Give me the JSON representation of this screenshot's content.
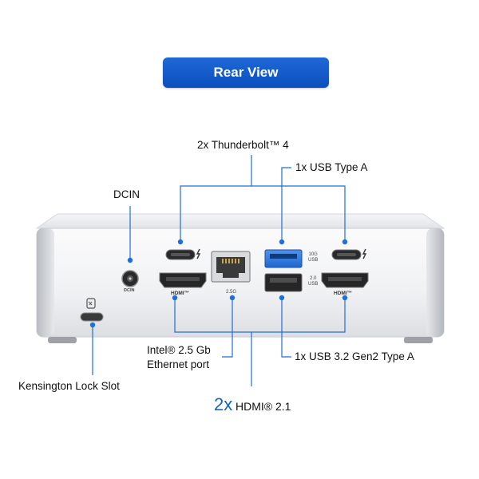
{
  "title": "Rear View",
  "labels": {
    "thunderbolt": "2x Thunderbolt™ 4",
    "usb_type_a": "1x  USB Type A",
    "dcin": "DCIN",
    "ethernet_line1": "Intel® 2.5 Gb",
    "ethernet_line2": "Ethernet port",
    "usb32": "1x USB 3.2 Gen2 Type A",
    "kensington": "Kensington Lock Slot",
    "hdmi_count": "2x",
    "hdmi": "HDMI® 2.1"
  },
  "port_marks": {
    "dcin": "DCIN",
    "lan": "2.5G",
    "usb_10g_line1": "10G",
    "usb_10g_line2": "USB",
    "usb_2g_line1": "2.0",
    "usb_2g_line2": "USB",
    "hdmi_left": "HDMI™",
    "hdmi_right": "HDMI™"
  },
  "colors": {
    "accent": "#1e6fd9",
    "usb3_blue": "#2f7de1",
    "banner": "#0c4fbf",
    "chassis": "#e6e8eb"
  }
}
